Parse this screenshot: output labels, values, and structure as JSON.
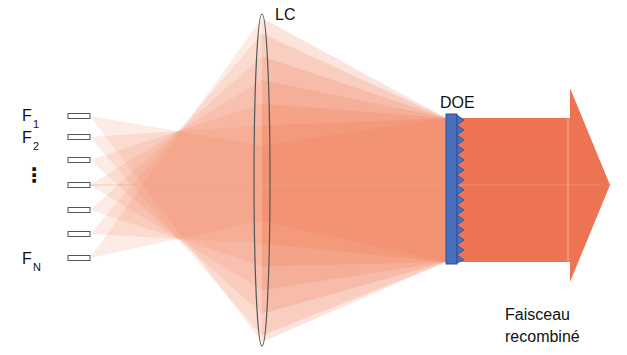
{
  "diagram": {
    "labels": [
      "LC",
      "DOE",
      "F",
      "1",
      "F",
      "2",
      "⋮",
      "F",
      "N",
      "Faisceau recombiné"
    ]
  }
}
